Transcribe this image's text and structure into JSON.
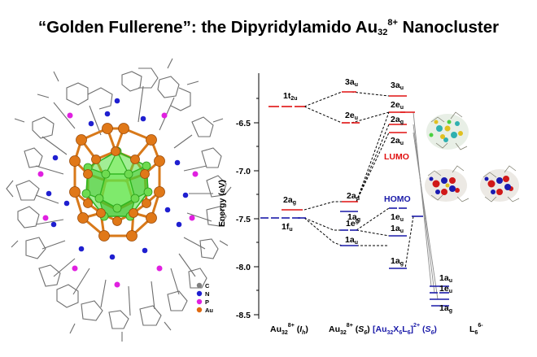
{
  "title": {
    "pre": "“Golden Fullerene”: the Dipyridylamido Au",
    "sub": "32",
    "sup": "8+",
    "post": " Nanocluster"
  },
  "structure_legend": [
    {
      "label": "C",
      "color": "#7f7f7f"
    },
    {
      "label": "N",
      "color": "#1f1fd0"
    },
    {
      "label": "P",
      "color": "#e020e0"
    },
    {
      "label": "Au",
      "color": "#e06a10"
    }
  ],
  "diagram": {
    "y_axis_label": "Energy (eV)",
    "y_ticks": [
      "-6.5",
      "-7.0",
      "-7.5",
      "-8.0",
      "-8.5"
    ],
    "y_tick_values": [
      -6.5,
      -7.0,
      -7.5,
      -8.0,
      -8.5
    ],
    "annotations": {
      "lumo": "LUMO",
      "homo": "HOMO"
    },
    "column_labels": [
      {
        "main": "Au",
        "sub": "32",
        "sup": "8+",
        "sym": "I",
        "symsub": "h"
      },
      {
        "main": "Au",
        "sub": "32",
        "sup": "8+",
        "sym": "S",
        "symsub": "6"
      },
      {
        "main": "[Au",
        "sub": "32",
        "sup": "",
        "sym": "S",
        "symsub": "6"
      },
      {
        "main": "L",
        "sub": "6",
        "sup": "6-",
        "sym": "",
        "symsub": ""
      }
    ],
    "column3_formula": {
      "x": "X",
      "xsub": "6",
      "l": "L",
      "lsub": "6",
      "charge": "2+"
    },
    "level_labels": [
      {
        "text": "1t",
        "sub": "2u"
      },
      {
        "text": "2a",
        "sub": "g"
      },
      {
        "text": "1f",
        "sub": "u"
      },
      {
        "text": "3a",
        "sub": "u"
      },
      {
        "text": "2e",
        "sub": "u"
      },
      {
        "text": "2a",
        "sub": "u"
      },
      {
        "text": "1a",
        "sub": "g"
      },
      {
        "text": "1e",
        "sub": "g"
      },
      {
        "text": "1a",
        "sub": "u"
      },
      {
        "text": "3a",
        "sub": "u"
      },
      {
        "text": "2e",
        "sub": "u"
      },
      {
        "text": "2a",
        "sub": "g"
      },
      {
        "text": "2a",
        "sub": "u"
      },
      {
        "text": "1e",
        "sub": "u"
      },
      {
        "text": "1a",
        "sub": "u"
      },
      {
        "text": "1a",
        "sub": "g"
      },
      {
        "text": "1a",
        "sub": "u"
      },
      {
        "text": "1e",
        "sub": "u"
      },
      {
        "text": "1a",
        "sub": "g"
      }
    ]
  },
  "colors": {
    "red": "#e01010",
    "blue": "#1a1aa8",
    "gold": "#e07818",
    "green": "#33cc22",
    "magenta": "#e020e0"
  }
}
